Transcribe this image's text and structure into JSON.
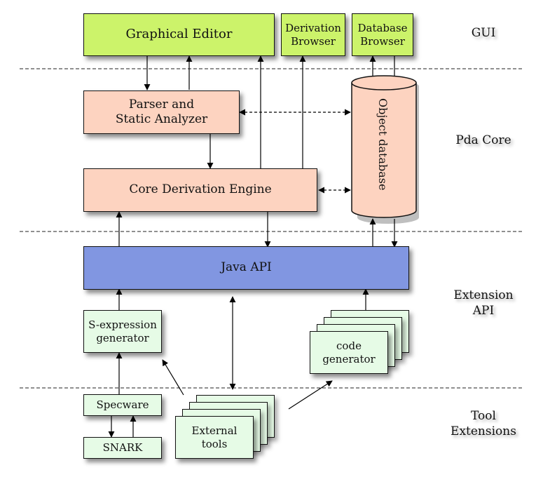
{
  "layers": {
    "gui": "GUI",
    "core": "Pda Core",
    "ext_api": [
      "Extension",
      "API"
    ],
    "tools": [
      "Tool",
      "Extensions"
    ]
  },
  "boxes": {
    "graphical_editor": "Graphical Editor",
    "derivation_browser": [
      "Derivation",
      "Browser"
    ],
    "database_browser": [
      "Database",
      "Browser"
    ],
    "parser": [
      "Parser and",
      "Static Analyzer"
    ],
    "core_engine": "Core Derivation Engine",
    "object_db": "Object database",
    "java_api": "Java API",
    "sexpr": [
      "S-expression",
      "generator"
    ],
    "code_gen": [
      "code",
      "generator"
    ],
    "specware": "Specware",
    "snark": "SNARK",
    "external_tools": [
      "External",
      "tools"
    ]
  },
  "colors": {
    "gui": "#ccf36a",
    "core": "#fdd3c0",
    "api": "#8196e1",
    "ext": "#e6fbe6"
  }
}
